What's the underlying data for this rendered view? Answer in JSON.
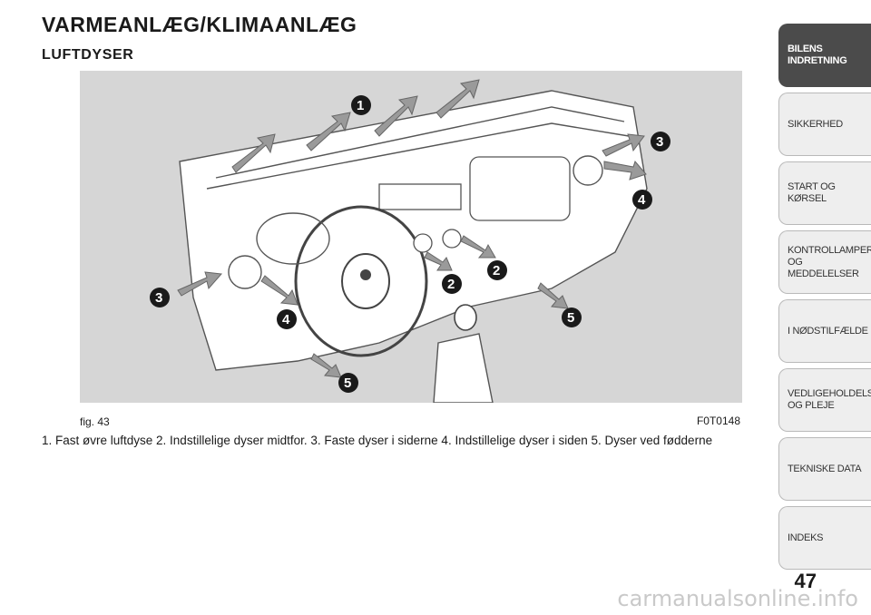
{
  "header": {
    "title": "VARMEANLÆG/KLIMAANLÆG",
    "subtitle": "LUFTDYSER"
  },
  "figure": {
    "label": "fig. 43",
    "code": "F0T0148",
    "caption": "1. Fast øvre luftdyse 2. Indstillelige dyser midtfor. 3. Faste dyser i siderne 4. Indstillelige dyser i siden 5. Dyser ved fødderne",
    "callouts": [
      "1",
      "2",
      "2",
      "3",
      "3",
      "4",
      "4",
      "5",
      "5"
    ]
  },
  "sidebar": {
    "tabs": [
      {
        "label": "BILENS\nINDRETNING",
        "active": true
      },
      {
        "label": "SIKKERHED",
        "active": false
      },
      {
        "label": "START OG KØRSEL",
        "active": false
      },
      {
        "label": "KONTROLLAMPER\nOG MEDDELELSER",
        "active": false
      },
      {
        "label": "I NØDSTILFÆLDE",
        "active": false
      },
      {
        "label": "VEDLIGEHOLDELSE\nOG PLEJE",
        "active": false
      },
      {
        "label": "TEKNISKE DATA",
        "active": false
      },
      {
        "label": "INDEKS",
        "active": false
      }
    ]
  },
  "page_number": "47",
  "watermark": "carmanualsonline.info",
  "colors": {
    "active_tab": "#4b4b4b",
    "tab": "#eeeeee",
    "figure_background": "#d6d6d6",
    "callout": "#1a1a1a"
  }
}
